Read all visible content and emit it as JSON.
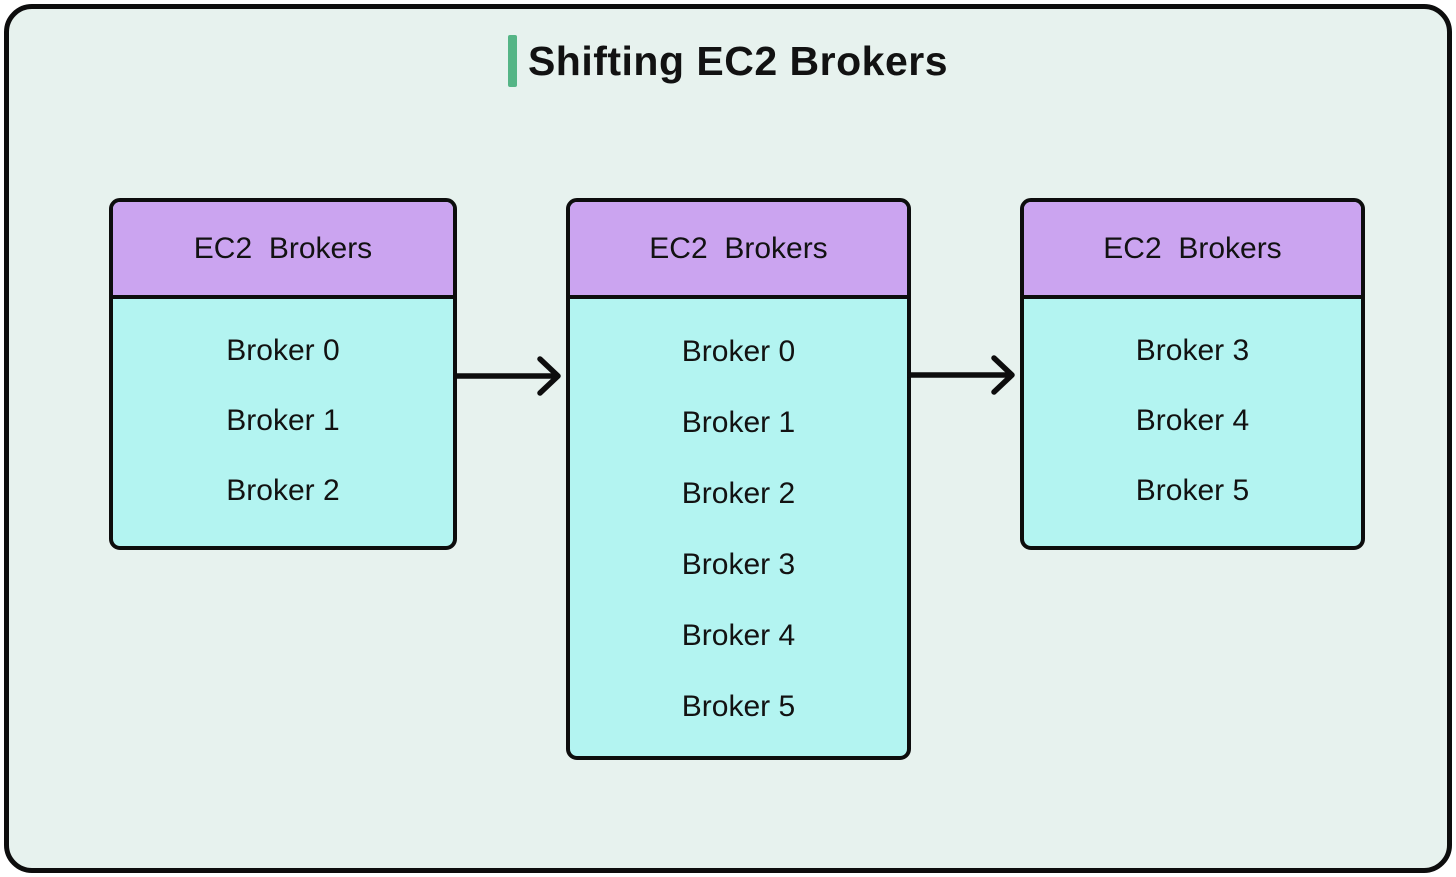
{
  "title": {
    "text": "Shifting EC2 Brokers"
  },
  "colors": {
    "page_bg": "#ffffff",
    "canvas_bg": "#e7f2ee",
    "border": "#0d0d0d",
    "header_bg": "#cba4f0",
    "body_bg": "#b3f4f1",
    "accent_green": "#55b586",
    "text": "#121212"
  },
  "icons": {
    "arrow_right": "arrow-right-icon",
    "title_accent": "green-vertical-bar"
  },
  "boxes": [
    {
      "header": "EC2  Brokers",
      "items": [
        "Broker 0",
        "Broker 1",
        "Broker 2"
      ]
    },
    {
      "header": "EC2  Brokers",
      "items": [
        "Broker 0",
        "Broker 1",
        "Broker 2",
        "Broker 3",
        "Broker 4",
        "Broker 5"
      ]
    },
    {
      "header": "EC2  Brokers",
      "items": [
        "Broker 3",
        "Broker 4",
        "Broker 5"
      ]
    }
  ]
}
